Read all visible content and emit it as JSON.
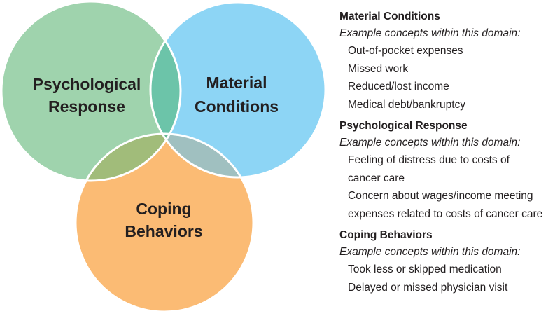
{
  "diagram": {
    "circles": [
      {
        "id": "psych",
        "lines": [
          "Psychological",
          "Response"
        ],
        "color": "#9fd3ad"
      },
      {
        "id": "material",
        "lines": [
          "Material",
          "Conditions"
        ],
        "color": "#8dd5f5"
      },
      {
        "id": "coping",
        "lines": [
          "Coping",
          "Behaviors"
        ],
        "color": "#fbbb74"
      }
    ],
    "overlap_colors": {
      "psych_material": "#6cc4a9",
      "psych_coping": "#a1bc7a",
      "material_coping": "#a0c0c0",
      "all": "#6bb894"
    }
  },
  "legend": [
    {
      "title": "Material Conditions",
      "subtitle": "Example concepts within this domain:",
      "items": [
        "Out-of-pocket expenses",
        "Missed work",
        "Reduced/lost income",
        "Medical debt/bankruptcy"
      ]
    },
    {
      "title": "Psychological Response",
      "subtitle": "Example concepts within this domain:",
      "items": [
        "Feeling of distress due to costs of cancer care",
        "Concern about wages/income meeting expenses related to costs of cancer care"
      ]
    },
    {
      "title": "Coping Behaviors",
      "subtitle": "Example concepts within this domain:",
      "items": [
        "Took less or skipped medication",
        "Delayed or missed physician visit"
      ]
    }
  ]
}
